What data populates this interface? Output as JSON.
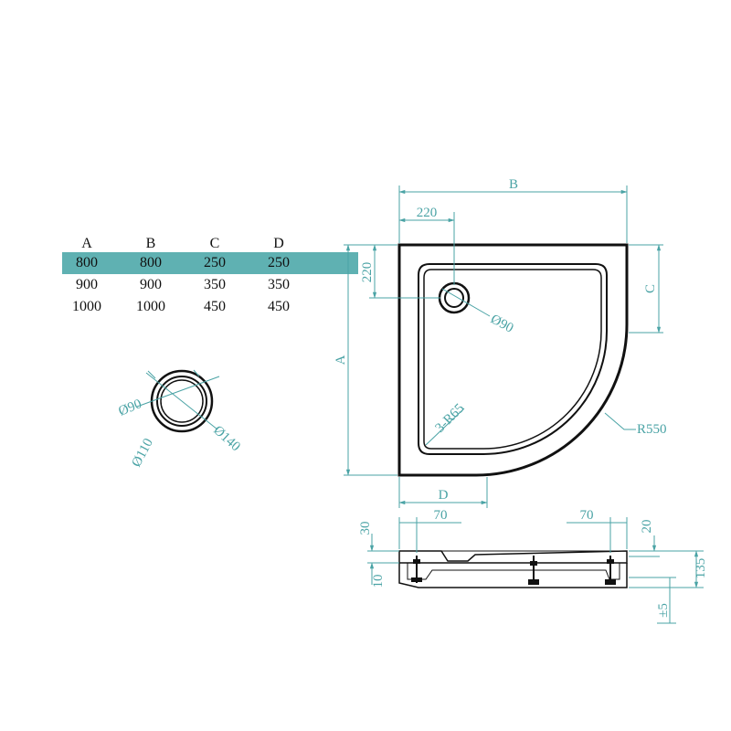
{
  "size_table": {
    "headers": [
      "A",
      "B",
      "C",
      "D"
    ],
    "rows": [
      [
        "800",
        "800",
        "250",
        "250"
      ],
      [
        "900",
        "900",
        "350",
        "350"
      ],
      [
        "1000",
        "1000",
        "450",
        "450"
      ]
    ],
    "highlight_color": "#5fb1b2"
  },
  "waste_detail": {
    "d90": "Ø90",
    "d110": "Ø110",
    "d140": "Ø140"
  },
  "plan_view": {
    "dim_B": "B",
    "dim_220_top": "220",
    "dim_220_side": "220",
    "dim_A": "A",
    "dim_C": "C",
    "dim_D": "D",
    "waste_label": "Ø90",
    "corner_radius": "3-R65",
    "arc_radius": "R550"
  },
  "section_view": {
    "dim_70_left": "70",
    "dim_70_right": "70",
    "dim_30": "30",
    "dim_10": "10",
    "dim_20": "20",
    "dim_135": "135",
    "dim_5": "±5"
  },
  "colors": {
    "dimension": "#4aa3a5",
    "outline": "#111111"
  }
}
